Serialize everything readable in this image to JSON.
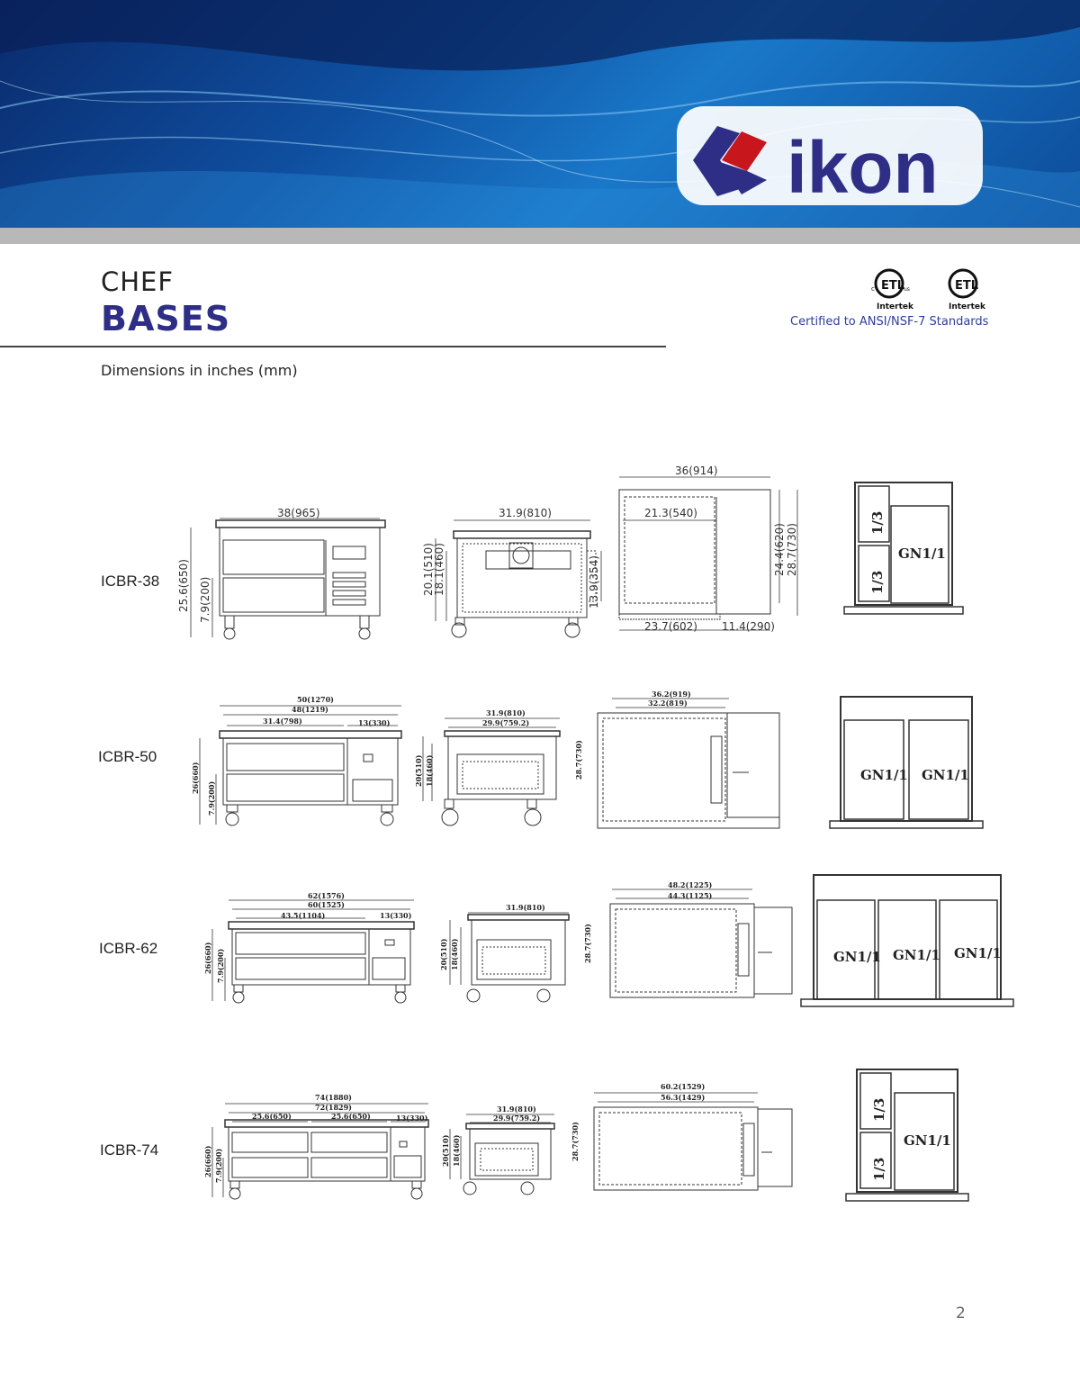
{
  "brand": {
    "name": "ikon",
    "colors": {
      "blue": "#2e2e86",
      "red": "#c8161d",
      "banner": "#0f4fa0"
    }
  },
  "heading": {
    "line1": "CHEF",
    "line2": "BASES"
  },
  "certification": {
    "label1": "Intertek",
    "label2": "Intertek",
    "text": "Certified to ANSI/NSF-7 Standards"
  },
  "dimension_note": "Dimensions in inches (mm)",
  "page_number": "2",
  "models": [
    {
      "name": "ICBR-38",
      "front": {
        "width": "38(965)",
        "height": "25.6(650)",
        "drawer": "7.9(200)"
      },
      "side": {
        "width": "31.9(810)",
        "h1": "20.1(510)",
        "h2": "18.1(460)",
        "h3": "13.9(354)"
      },
      "top": {
        "outer": "36(914)",
        "inner": "21.3(540)",
        "d1": "24.4(620)",
        "d2": "28.7(730)",
        "b1": "23.7(602)",
        "b2": "11.4(290)"
      },
      "pans": [
        "1/3",
        "1/3",
        "GN1/1"
      ]
    },
    {
      "name": "ICBR-50",
      "front": {
        "w1": "50(1270)",
        "w2": "48(1219)",
        "w3": "31.4(798)",
        "w4": "13(330)",
        "height": "26(660)",
        "drawer": "7.9(200)"
      },
      "side": {
        "w1": "31.9(810)",
        "w2": "29.9(759.2)",
        "h1": "20(510)",
        "h2": "18(460)",
        "d": "28.7(730)"
      },
      "top": {
        "outer": "36.2(919)",
        "inner": "32.2(819)"
      },
      "pans": [
        "GN1/1",
        "GN1/1"
      ]
    },
    {
      "name": "ICBR-62",
      "front": {
        "w1": "62(1576)",
        "w2": "60(1525)",
        "w3": "43.5(1104)",
        "w4": "13(330)",
        "height": "26(660)",
        "drawer": "7.9(200)"
      },
      "side": {
        "w1": "31.9(810)",
        "h1": "20(510)",
        "h2": "18(460)",
        "d": "28.7(730)"
      },
      "top": {
        "outer": "48.2(1225)",
        "inner": "44.3(1125)"
      },
      "pans": [
        "GN1/1",
        "GN1/1",
        "GN1/1"
      ]
    },
    {
      "name": "ICBR-74",
      "front": {
        "w1": "74(1880)",
        "w2": "72(1829)",
        "w3": "25.6(650)",
        "w4": "25.6(650)",
        "w5": "13(330)",
        "height": "26(660)",
        "drawer": "7.9(200)"
      },
      "side": {
        "w1": "31.9(810)",
        "w2": "29.9(759.2)",
        "h1": "20(510)",
        "h2": "18(460)",
        "d": "28.7(730)"
      },
      "top": {
        "outer": "60.2(1529)",
        "inner": "56.3(1429)"
      },
      "pans": [
        "1/3",
        "1/3",
        "GN1/1"
      ]
    }
  ]
}
